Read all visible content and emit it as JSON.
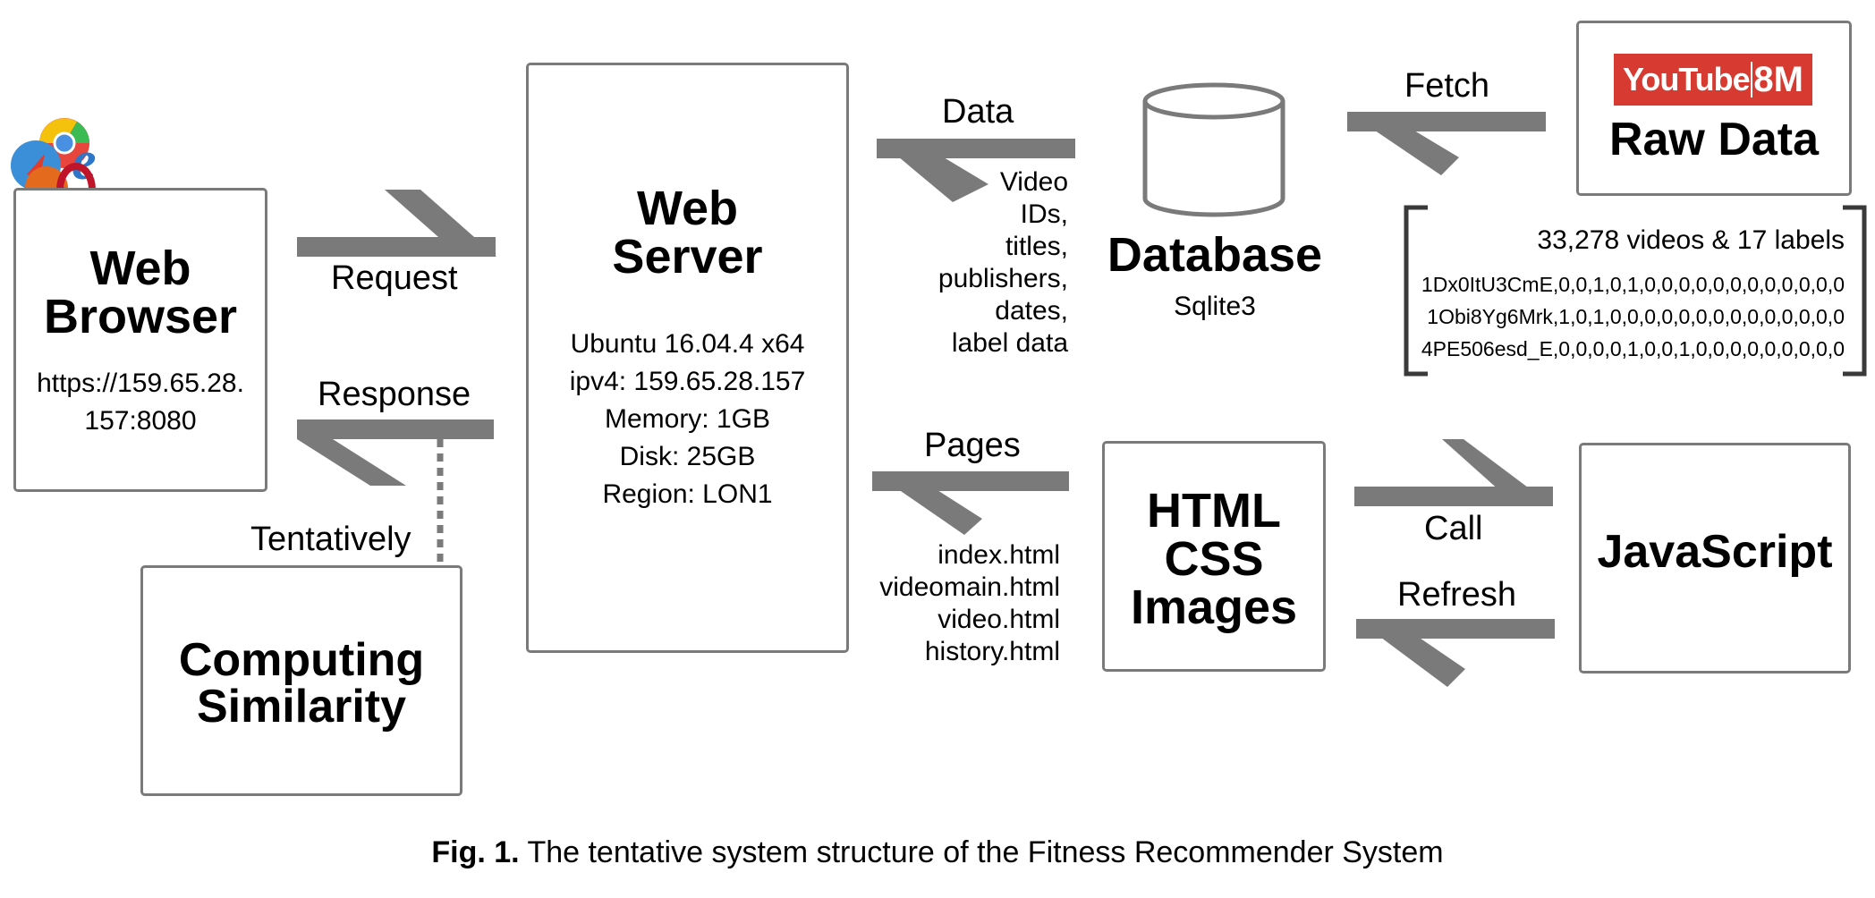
{
  "web_browser": {
    "title_line1": "Web",
    "title_line2": "Browser",
    "url_line1": "https://159.65.28.",
    "url_line2": "157:8080"
  },
  "web_server": {
    "title_line1": "Web",
    "title_line2": "Server",
    "specs": [
      "Ubuntu 16.04.4 x64",
      "ipv4: 159.65.28.157",
      "Memory: 1GB",
      "Disk: 25GB",
      "Region: LON1"
    ]
  },
  "database": {
    "title": "Database",
    "subtitle": "Sqlite3"
  },
  "raw_data": {
    "logo_word": "YouTube",
    "logo_count": "8M",
    "title": "Raw Data"
  },
  "label_panel": {
    "heading": "33,278 videos & 17 labels",
    "rows": [
      "1Dx0ItU3CmE,0,0,1,0,1,0,0,0,0,0,0,0,0,0,0,0,0",
      "1Obi8Yg6Mrk,1,0,1,0,0,0,0,0,0,0,0,0,0,0,0,0,0",
      "4PE506esd_E,0,0,0,0,1,0,0,1,0,0,0,0,0,0,0,0,0"
    ]
  },
  "html_css": {
    "title_line1": "HTML",
    "title_line2": "CSS",
    "title_line3": "Images"
  },
  "javascript": {
    "title": "JavaScript"
  },
  "computing": {
    "title_line1": "Computing",
    "title_line2": "Similarity"
  },
  "arrows": {
    "request": "Request",
    "response": "Response",
    "tentatively": "Tentatively",
    "data": "Data",
    "data_details": [
      "Video",
      "IDs,",
      "titles,",
      "publishers,",
      "dates,",
      "label data"
    ],
    "fetch": "Fetch",
    "pages": "Pages",
    "pages_files": [
      "index.html",
      "videomain.html",
      "video.html",
      "history.html"
    ],
    "call": "Call",
    "refresh": "Refresh"
  },
  "caption": {
    "label": "Fig. 1.",
    "text": " The tentative system structure of the Fitness Recommender System"
  }
}
